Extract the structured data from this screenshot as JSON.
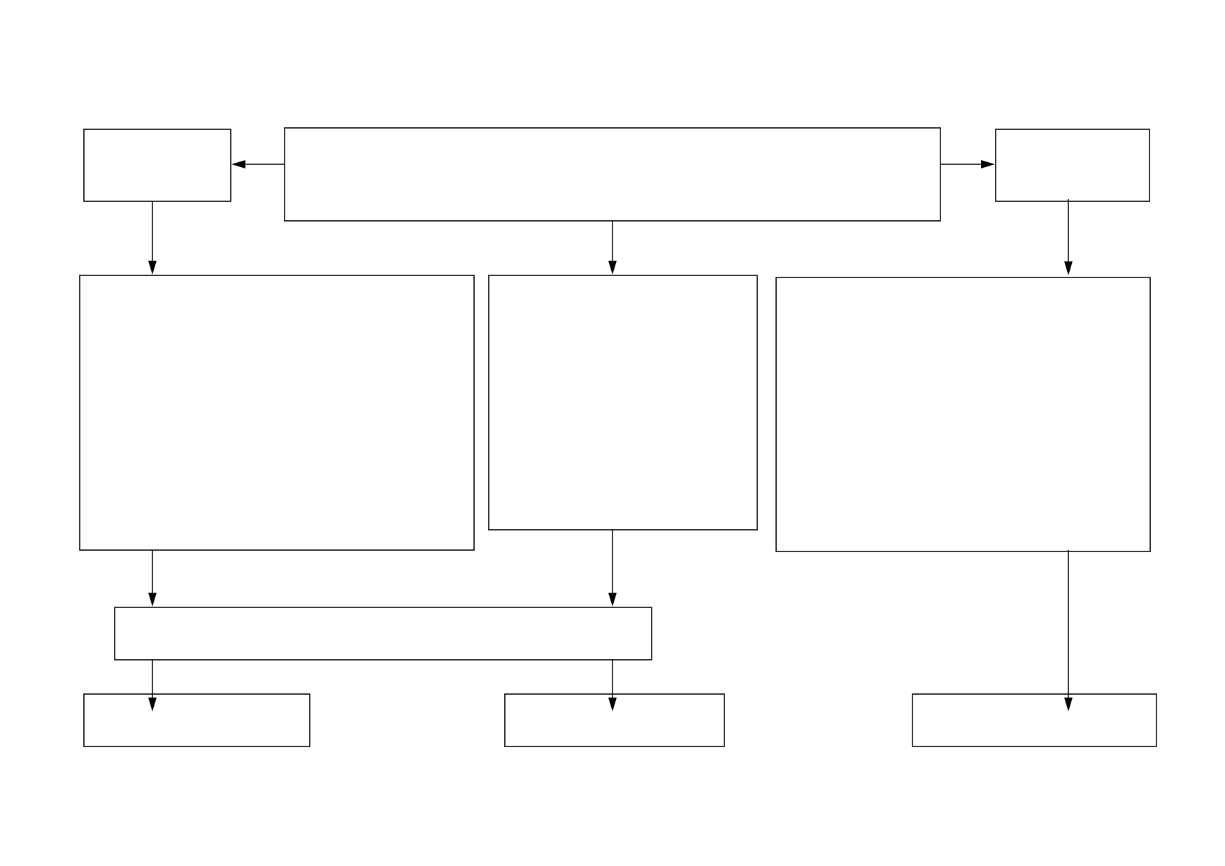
{
  "colors": {
    "background": "#ffffff",
    "stroke": "#000000"
  },
  "diagram": {
    "type": "flowchart",
    "boxes": [
      {
        "id": "top-center",
        "text": ""
      },
      {
        "id": "top-left",
        "text": ""
      },
      {
        "id": "top-right",
        "text": ""
      },
      {
        "id": "mid-left",
        "text": ""
      },
      {
        "id": "mid-center",
        "text": ""
      },
      {
        "id": "mid-right",
        "text": ""
      },
      {
        "id": "merge-bar",
        "text": ""
      },
      {
        "id": "bottom-left",
        "text": ""
      },
      {
        "id": "bottom-center",
        "text": ""
      },
      {
        "id": "bottom-right",
        "text": ""
      }
    ],
    "connectors": [
      {
        "from": "top-center",
        "to": "top-left"
      },
      {
        "from": "top-center",
        "to": "top-right"
      },
      {
        "from": "top-left",
        "to": "mid-left"
      },
      {
        "from": "top-center",
        "to": "mid-center"
      },
      {
        "from": "top-right",
        "to": "mid-right"
      },
      {
        "from": "mid-left",
        "to": "merge-bar"
      },
      {
        "from": "mid-center",
        "to": "merge-bar"
      },
      {
        "from": "merge-bar",
        "to": "bottom-left"
      },
      {
        "from": "merge-bar",
        "to": "bottom-center"
      },
      {
        "from": "mid-right",
        "to": "bottom-right"
      }
    ]
  }
}
